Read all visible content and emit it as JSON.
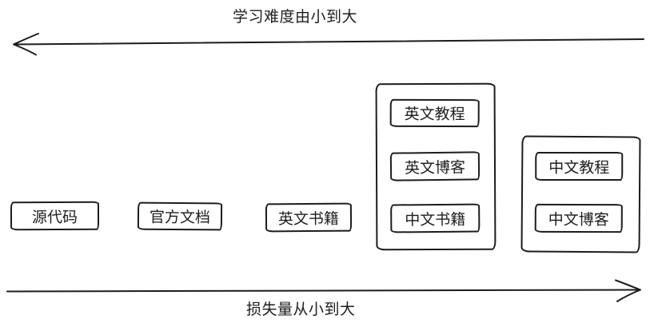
{
  "diagram": {
    "top_axis": {
      "label": "学习难度由小到大",
      "arrow_direction": "left"
    },
    "bottom_axis": {
      "label": "损失量从小到大",
      "arrow_direction": "right"
    },
    "standalone_boxes": [
      {
        "label": "源代码"
      },
      {
        "label": "官方文档"
      },
      {
        "label": "英文书籍"
      }
    ],
    "groups": [
      {
        "items": [
          {
            "label": "英文教程"
          },
          {
            "label": "英文博客"
          },
          {
            "label": "中文书籍"
          }
        ]
      },
      {
        "items": [
          {
            "label": "中文教程"
          },
          {
            "label": "中文博客"
          }
        ]
      }
    ],
    "colors": {
      "stroke": "#1e1e1e",
      "background": "#ffffff"
    }
  }
}
